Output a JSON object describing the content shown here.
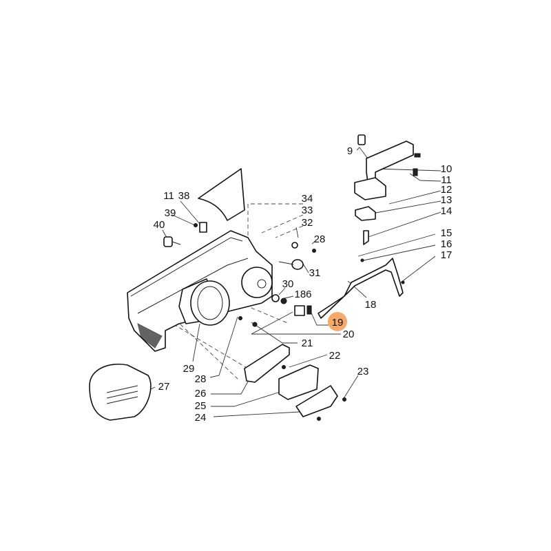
{
  "diagram": {
    "highlight_color": "#F5A96A",
    "highlighted_part": "19",
    "callouts": {
      "c9": "9",
      "c10": "10",
      "c11a": "11",
      "c12": "12",
      "c13": "13",
      "c14": "14",
      "c15": "15",
      "c16": "16",
      "c17": "17",
      "c18": "18",
      "c19": "19",
      "c20": "20",
      "c21": "21",
      "c22": "22",
      "c23": "23",
      "c24": "24",
      "c25": "25",
      "c26": "26",
      "c27": "27",
      "c28a": "28",
      "c28b": "28",
      "c29": "29",
      "c30": "30",
      "c31": "31",
      "c32": "32",
      "c33": "33",
      "c34": "34",
      "c186": "186",
      "c11b": "11",
      "c38": "38",
      "c39": "39",
      "c40": "40"
    }
  }
}
